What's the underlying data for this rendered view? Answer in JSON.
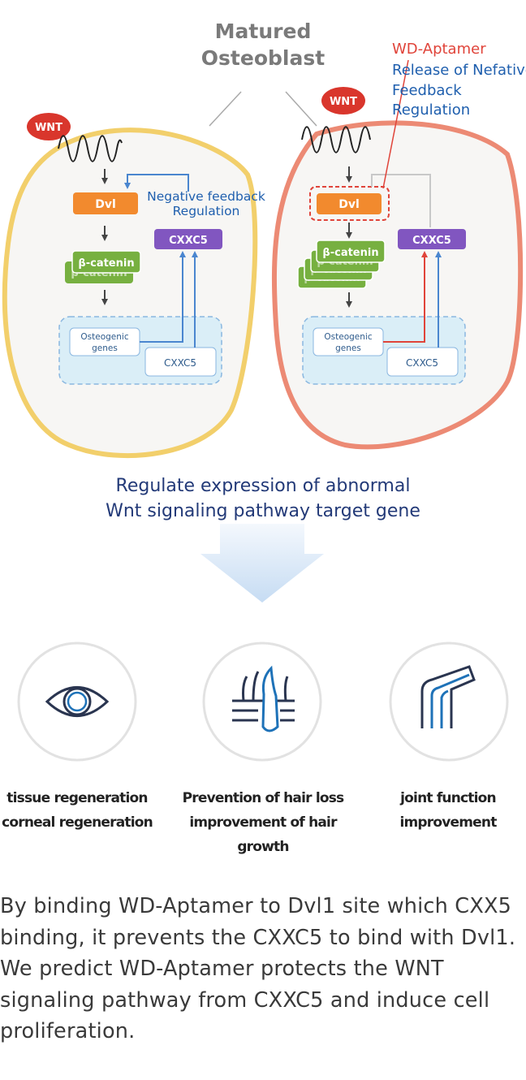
{
  "top_title": {
    "line1": "Matured",
    "line2": "Osteoblast"
  },
  "aptamer_note": {
    "name": "WD-Aptamer",
    "line1": "Release of Nefative",
    "line2": "Feedback",
    "line3": "Regulation"
  },
  "left_cell": {
    "wnt": "WNT",
    "dvl": "Dvl",
    "beta_catenin": "β-catenin",
    "cxxc5": "CXXC5",
    "feedback_line1": "Negative feedback",
    "feedback_line2": "Regulation",
    "osteo_line1": "Osteogenic",
    "osteo_line2": "genes",
    "gene_cxxc5": "CXXC5"
  },
  "right_cell": {
    "wnt": "WNT",
    "dvl": "Dvl",
    "beta_catenin": "β-catenin",
    "cxxc5": "CXXC5",
    "osteo_line1": "Osteogenic",
    "osteo_line2": "genes",
    "gene_cxxc5": "CXXC5"
  },
  "caption": {
    "line1": "Regulate expression of abnormal",
    "line2": "Wnt signaling pathway target gene"
  },
  "benefits": [
    {
      "icon": "eye-icon",
      "line1": "tissue regeneration",
      "line2": "corneal regeneration"
    },
    {
      "icon": "hair-follicle-icon",
      "line1": "Prevention of hair loss",
      "line2": "improvement of hair growth"
    },
    {
      "icon": "joint-icon",
      "line1": "joint function",
      "line2": "improvement"
    }
  ],
  "description": "By binding WD-Aptamer to Dvl1 site which CXX5 binding, it prevents the CXXC5 to bind with Dvl1. We predict WD-Aptamer protects the WNT signaling pathway from CXXC5 and induce cell proliferation.",
  "colors": {
    "left_membrane": "#f2cf6b",
    "right_membrane": "#ec8a74",
    "dvl": "#f28a2e",
    "beta_catenin": "#77b040",
    "cxxc5": "#8156c0",
    "wnt": "#d9362c",
    "aptamer": "#e0443a",
    "blue_text": "#1f5fae",
    "arrow_blue": "#4a86cf"
  }
}
